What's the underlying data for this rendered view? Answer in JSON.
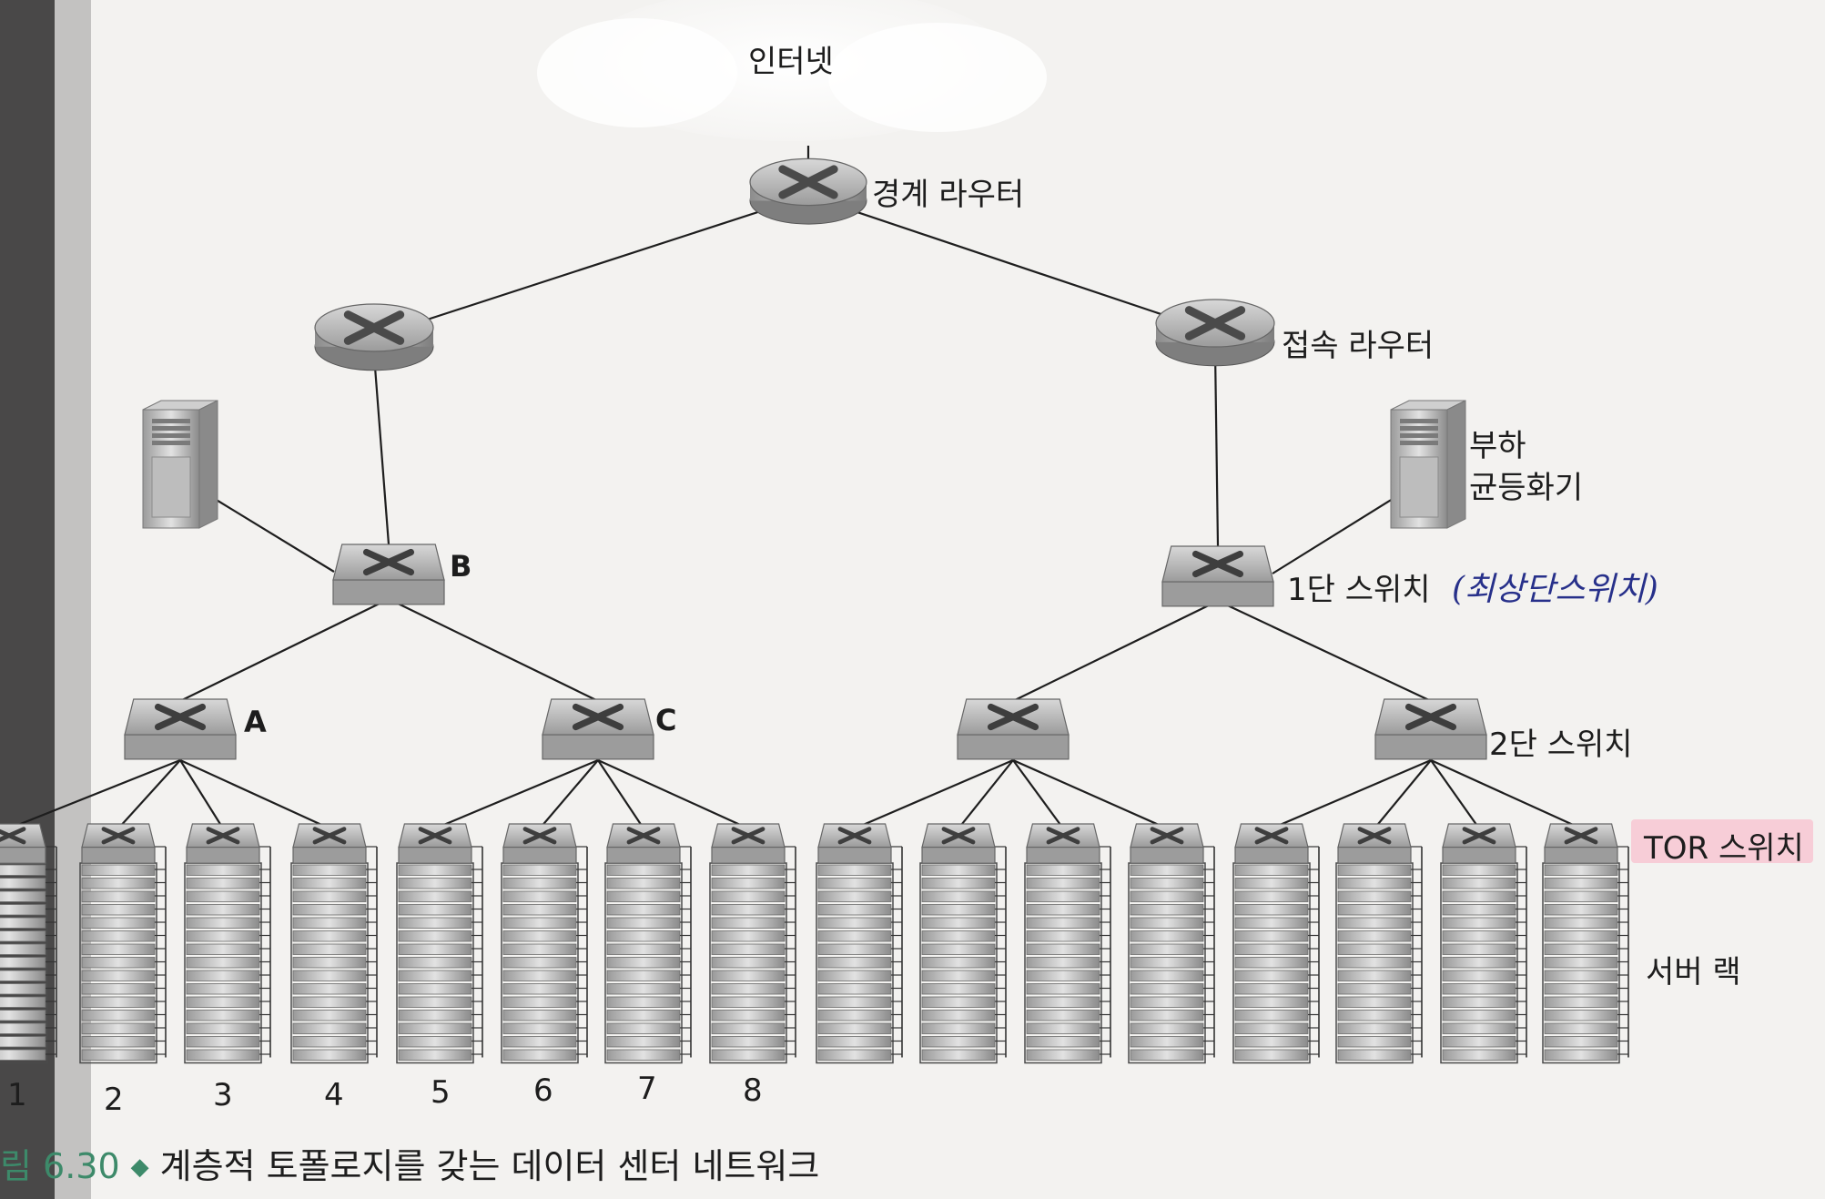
{
  "labels": {
    "internet": "인터넷",
    "border_router": "경계 라우터",
    "access_router": "접속 라우터",
    "load_balancer_line1": "부하",
    "load_balancer_line2": "균등화기",
    "tier1_switch": "1단 스위치",
    "tier1_handwritten_note": "(최상단스위치)",
    "tier2_switch": "2단 스위치",
    "tor_switch": "TOR 스위치",
    "server_rack": "서버 랙",
    "switch_a": "A",
    "switch_b": "B",
    "switch_c": "C"
  },
  "rack_numbers": [
    "1",
    "2",
    "3",
    "4",
    "5",
    "6",
    "7",
    "8"
  ],
  "caption": {
    "figure_number": "림 6.30",
    "text": "계층적 토폴로지를 갖는 데이터 센터 네트워크"
  },
  "colors": {
    "device": "#9a9a9a",
    "line": "#1e1e1e",
    "handwriting": "#27308a",
    "tor_highlight": "#f7cdd7",
    "caption_accent": "#3d8a6a"
  }
}
